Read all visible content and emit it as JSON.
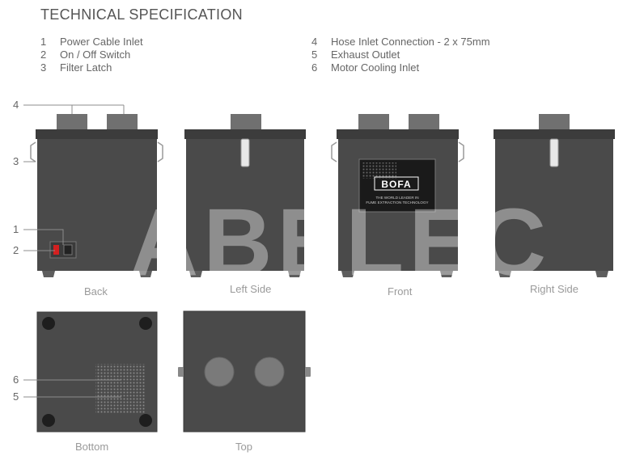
{
  "title": "TECHNICAL SPECIFICATION",
  "specs_left": [
    {
      "num": "1",
      "label": "Power Cable Inlet"
    },
    {
      "num": "2",
      "label": "On / Off Switch"
    },
    {
      "num": "3",
      "label": "Filter Latch"
    }
  ],
  "specs_right": [
    {
      "num": "4",
      "label": "Hose Inlet Connection - 2 x 75mm"
    },
    {
      "num": "5",
      "label": "Exhaust Outlet"
    },
    {
      "num": "6",
      "label": "Motor Cooling Inlet"
    }
  ],
  "views": {
    "back": "Back",
    "left_side": "Left Side",
    "front": "Front",
    "right_side": "Right Side",
    "bottom": "Bottom",
    "top": "Top"
  },
  "callouts": {
    "c1": "1",
    "c2": "2",
    "c3": "3",
    "c4": "4",
    "c5": "5",
    "c6": "6"
  },
  "front_panel": {
    "brand": "BOFA",
    "tagline_1": "THE WORLD LEADER IN",
    "tagline_2": "FUME EXTRACTION TECHNOLOGY"
  },
  "watermark": "ABELEC",
  "colors": {
    "body": "#4a4a4a",
    "lid": "#3c3c3c",
    "inlet": "#707070",
    "line": "#8c8c8c",
    "switch_red": "#d42020"
  }
}
